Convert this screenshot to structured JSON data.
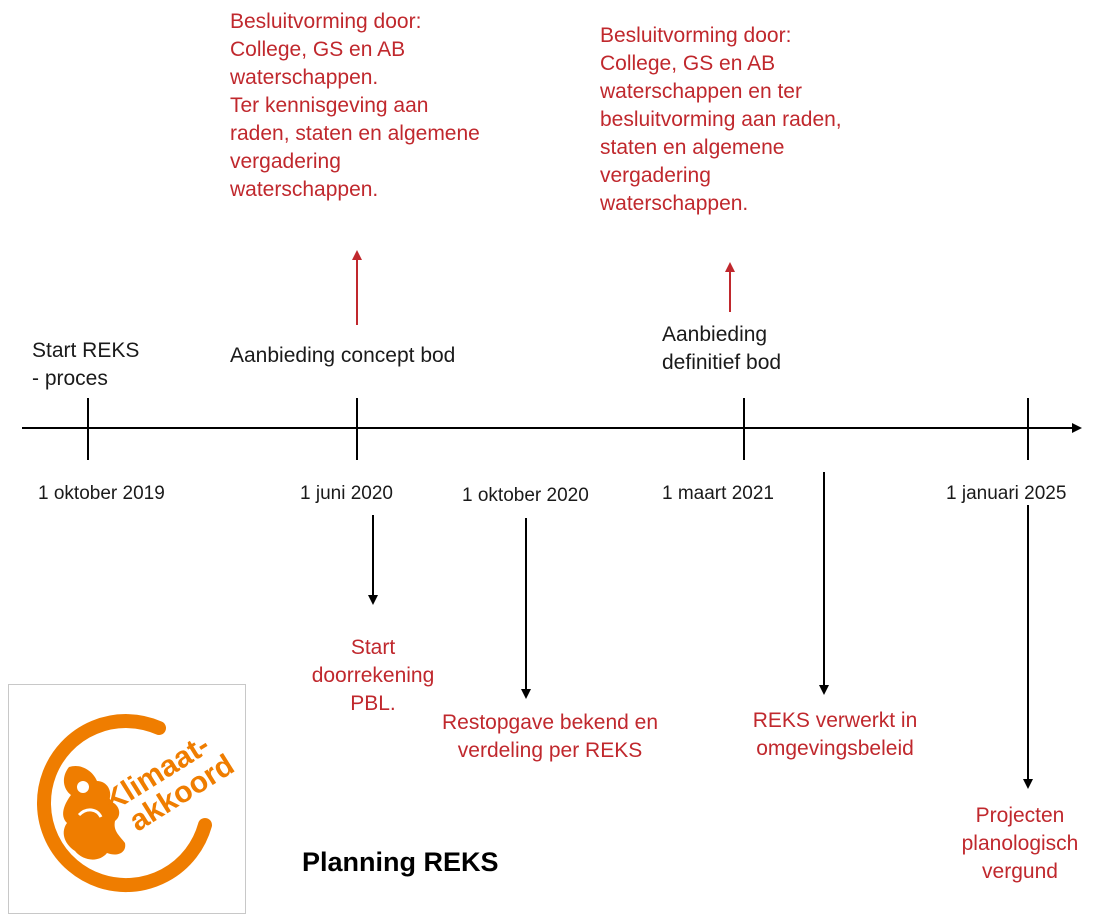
{
  "title": "Planning REKS",
  "colors": {
    "axis": "#000000",
    "red": "#c0282d",
    "logo_orange": "#ef7d00"
  },
  "logo": {
    "icon": "klimaatakkoord-logo",
    "text_line1": "Klimaat-",
    "text_line2": "akkoord"
  },
  "dates": {
    "d2019": "1 oktober 2019",
    "d2020_jun": "1 juni 2020",
    "d2020_okt": "1 oktober 2020",
    "d2021": "1 maart 2021",
    "d2025": "1 januari 2025"
  },
  "above": {
    "start": "Start REKS\n- proces",
    "concept": "Aanbieding concept bod",
    "definitief": "Aanbieding\ndefinitief bod"
  },
  "decisions": {
    "first": "Besluitvorming door:\nCollege, GS en AB\nwaterschappen.\nTer kennisgeving aan\nraden, staten en algemene\nvergadering\nwaterschappen.",
    "second": "Besluitvorming door:\nCollege, GS en AB\nwaterschappen en ter\nbesluitvorming aan raden,\nstaten en algemene\nvergadering\nwaterschappen."
  },
  "below": {
    "pbl": "Start\ndoorrekening\nPBL.",
    "restopgave": "Restopgave bekend en\nverdeling per REKS",
    "verwerkt": "REKS verwerkt in\nomgevingsbeleid",
    "projecten": "Projecten\nplanologisch\nvergund"
  }
}
